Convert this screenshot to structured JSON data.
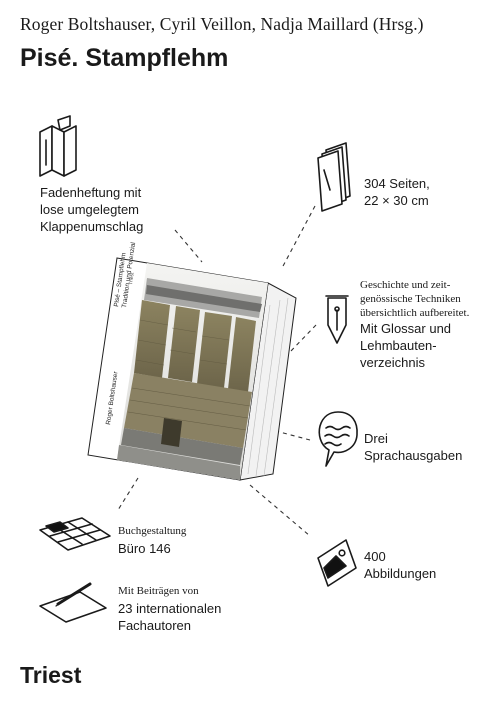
{
  "header": {
    "authors": "Roger Boltshauser, Cyril Veillon, Nadja Maillard (Hrsg.)",
    "title": "Pisé. Stampflehm"
  },
  "book_spine": {
    "line1": "Pisé – Stampflehm",
    "line2": "Tradition und Potenzial",
    "editors": "Roger Boltshauser",
    "publisher": "Triest"
  },
  "features": {
    "binding": [
      "Fadenheftung mit",
      "lose umgelegtem",
      "Klappenumschlag"
    ],
    "pages": [
      "304 Seiten,",
      "22 × 30 cm"
    ],
    "content_serif": [
      "Geschichte und zeit-",
      "genössische Techniken",
      "übersichtlich aufbereitet."
    ],
    "content_sans": [
      "Mit Glossar und",
      "Lehmbauten-",
      "verzeichnis"
    ],
    "languages": [
      "Drei",
      "Sprachausgaben"
    ],
    "design_serif": "Buchgestaltung",
    "design_sans": "Büro 146",
    "images": [
      "400",
      "Abbildungen"
    ],
    "contrib_serif": "Mit Beiträgen von",
    "contrib_sans": [
      "23 internationalen",
      "Fachautoren"
    ]
  },
  "footer": {
    "publisher": "Triest"
  },
  "icons": {
    "binding": "folded-pages-icon",
    "pages": "page-stack-icon",
    "content": "pen-nib-icon",
    "languages": "speech-bubble-icon",
    "design": "layout-grid-icon",
    "images": "picture-icon",
    "contrib": "pen-on-paper-icon"
  }
}
